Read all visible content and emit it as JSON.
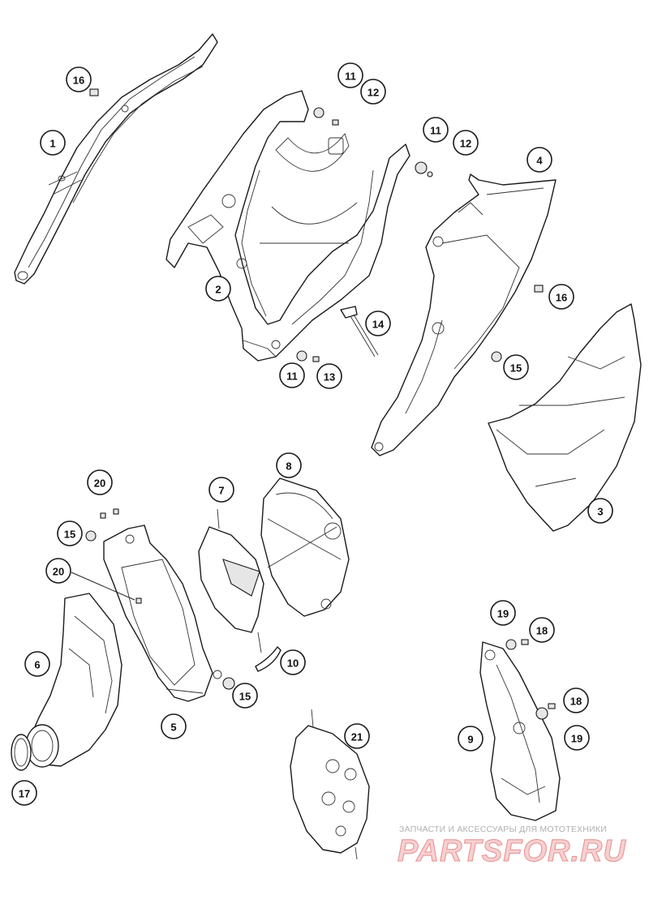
{
  "callouts": [
    {
      "id": "c-16a",
      "label": "16"
    },
    {
      "id": "c-1",
      "label": "1"
    },
    {
      "id": "c-11a",
      "label": "11"
    },
    {
      "id": "c-12a",
      "label": "12"
    },
    {
      "id": "c-11b",
      "label": "11"
    },
    {
      "id": "c-12b",
      "label": "12"
    },
    {
      "id": "c-4",
      "label": "4"
    },
    {
      "id": "c-2",
      "label": "2"
    },
    {
      "id": "c-16b",
      "label": "16"
    },
    {
      "id": "c-14",
      "label": "14"
    },
    {
      "id": "c-11c",
      "label": "11"
    },
    {
      "id": "c-13",
      "label": "13"
    },
    {
      "id": "c-15a",
      "label": "15"
    },
    {
      "id": "c-8",
      "label": "8"
    },
    {
      "id": "c-3",
      "label": "3"
    },
    {
      "id": "c-20a",
      "label": "20"
    },
    {
      "id": "c-7",
      "label": "7"
    },
    {
      "id": "c-15b",
      "label": "15"
    },
    {
      "id": "c-20b",
      "label": "20"
    },
    {
      "id": "c-6",
      "label": "6"
    },
    {
      "id": "c-10",
      "label": "10"
    },
    {
      "id": "c-19a",
      "label": "19"
    },
    {
      "id": "c-18a",
      "label": "18"
    },
    {
      "id": "c-15c",
      "label": "15"
    },
    {
      "id": "c-5",
      "label": "5"
    },
    {
      "id": "c-18b",
      "label": "18"
    },
    {
      "id": "c-21",
      "label": "21"
    },
    {
      "id": "c-9",
      "label": "9"
    },
    {
      "id": "c-19b",
      "label": "19"
    },
    {
      "id": "c-17",
      "label": "17"
    }
  ],
  "watermark": {
    "subtitle": "ЗАПЧАСТИ И АКСЕССУАРЫ ДЛЯ МОТОТЕХНИКИ",
    "logo": "PARTSFOR.RU"
  }
}
